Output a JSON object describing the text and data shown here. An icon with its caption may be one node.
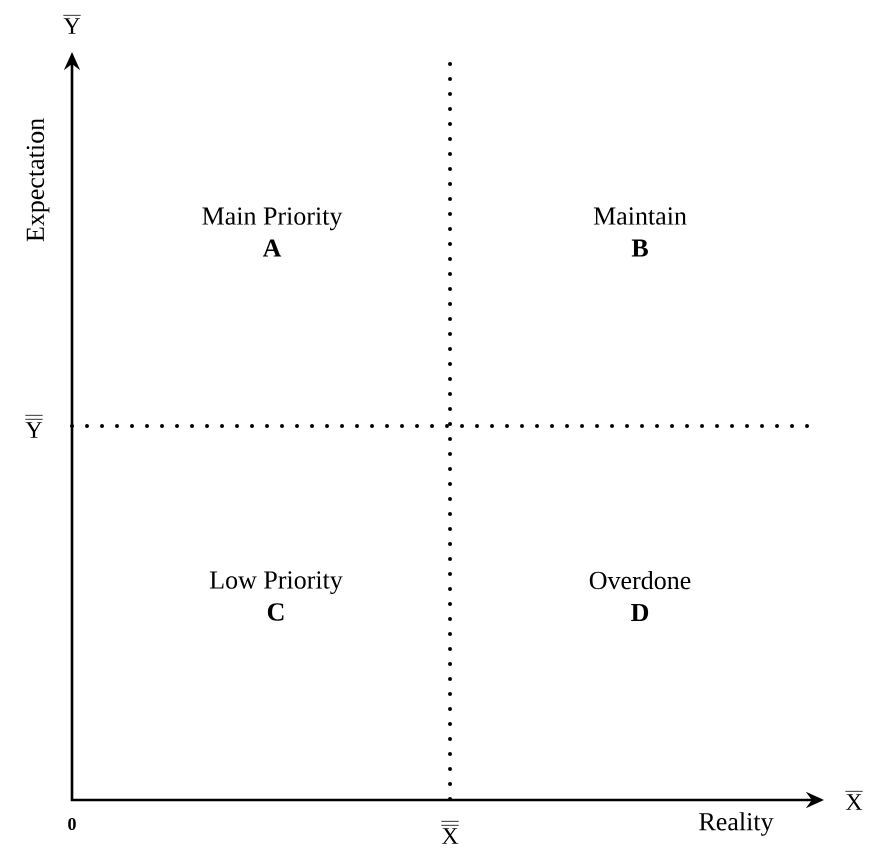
{
  "diagram": {
    "nodes": [
      {
        "text": [
          "Main Priority",
          "A"
        ]
      },
      {
        "text": [
          "Maintain",
          "B"
        ]
      },
      {
        "text": [
          "Low Priority",
          "C"
        ]
      },
      {
        "text": [
          "Overdone",
          "D"
        ]
      }
    ],
    "labels": [
      "\\overline{\\mathrm{Y}}",
      "Expectation",
      "\\overline{\\overline{\\mathrm{Y}}}",
      "0",
      "\\overline{\\overline{\\mathrm{X}}}",
      "Reality",
      "\\overline{\\mathrm{X}}"
    ]
  }
}
